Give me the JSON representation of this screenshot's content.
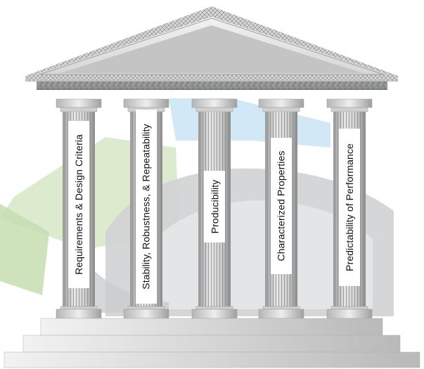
{
  "pillars": [
    {
      "label": "Requirements & Design Criteria"
    },
    {
      "label": "Stability, Robustness, & Repeatability"
    },
    {
      "label": "Producibility"
    },
    {
      "label": "Characterized Properties"
    },
    {
      "label": "Predictability of Performance"
    }
  ],
  "colors": {
    "roof_light": "#dcdcdc",
    "roof_dark": "#a8a8a8",
    "frieze": "#8a8f8e",
    "column_light": "#e6e6e6",
    "column_dark": "#8c8c8c",
    "step": "#cfcfcf",
    "background_green": "#cfe3bd",
    "background_blue": "#bfe0f2",
    "background_gray": "#c9cbcc"
  }
}
